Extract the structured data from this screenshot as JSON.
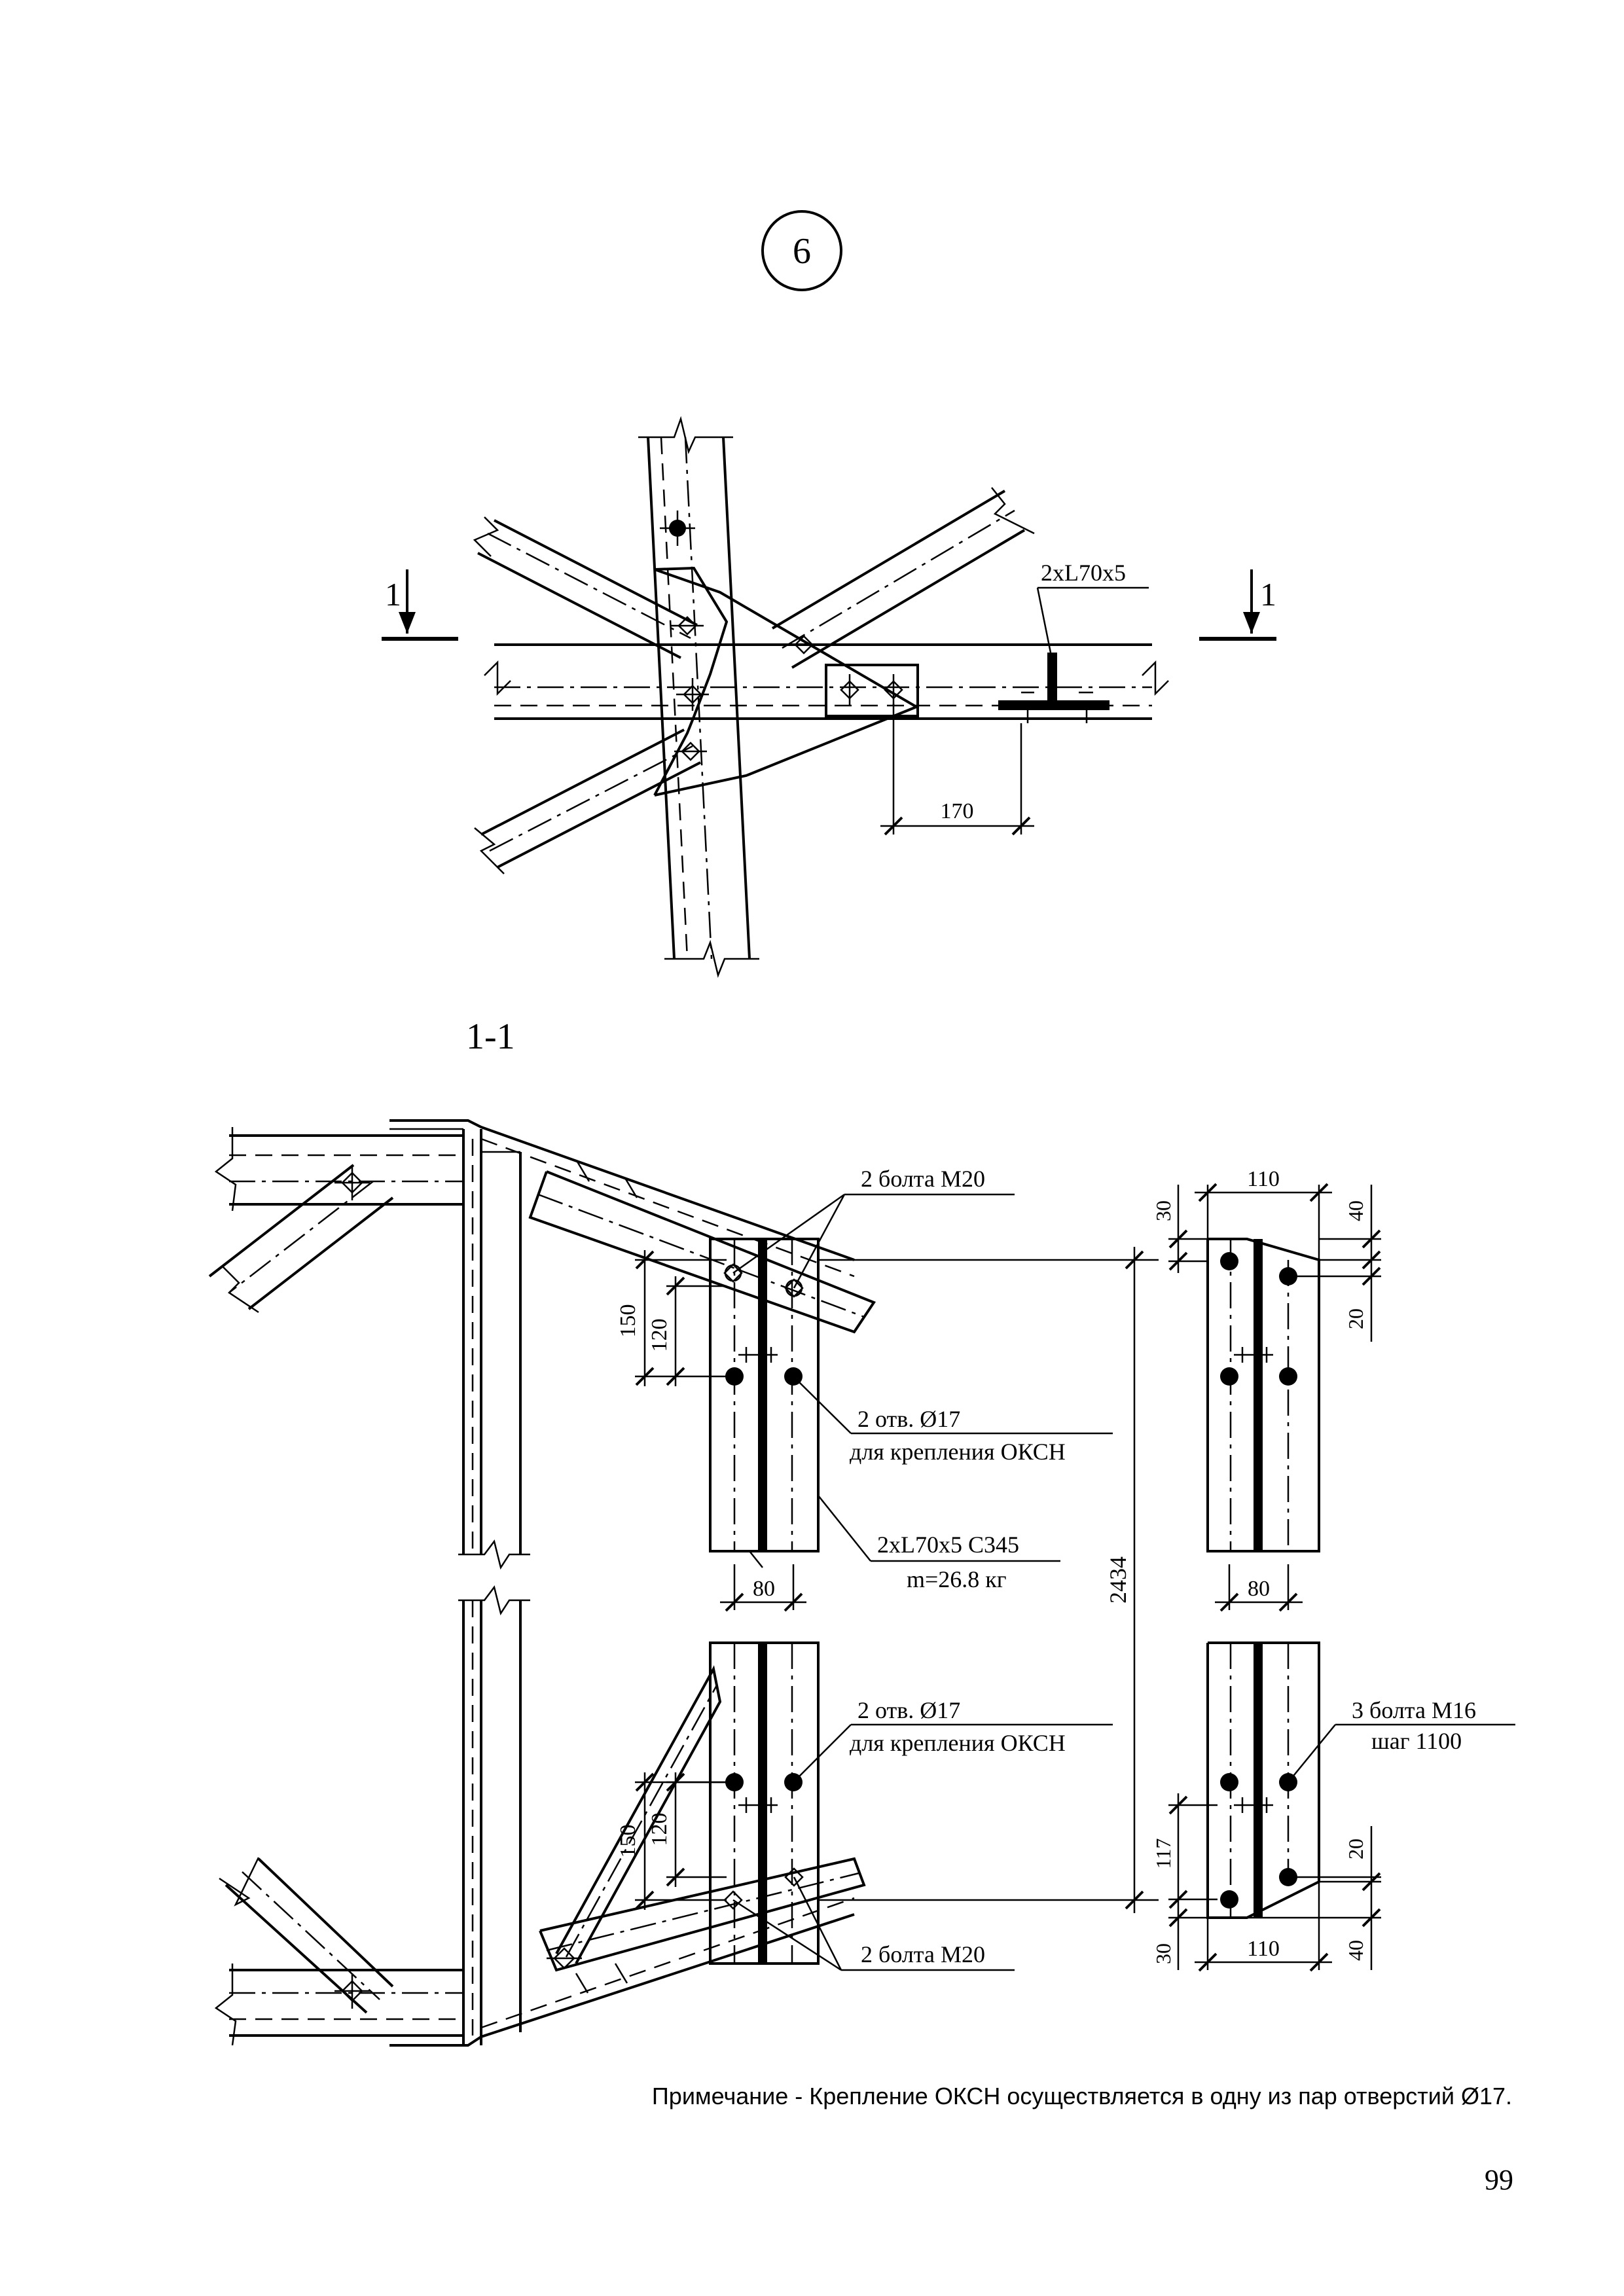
{
  "node_mark": "6",
  "section_mark_left": "1",
  "section_mark_right": "1",
  "section_title": "1-1",
  "top_view": {
    "profile_label": "2xL70x5",
    "dim_170": "170"
  },
  "section": {
    "bolts_m20_top": "2 болта М20",
    "bolts_m20_bottom": "2 болта М20",
    "holes_top_line1": "2 отв. Ø17",
    "holes_top_line2": "для крепления ОКСН",
    "holes_bottom_line1": "2 отв. Ø17",
    "holes_bottom_line2": "для крепления ОКСН",
    "member_line1": "2xL70x5 С345",
    "member_line2": "m=26.8 кг",
    "bolts_m16_line1": "3 болта М16",
    "bolts_m16_line2": "шаг 1100",
    "dims": {
      "d150_top": "150",
      "d120_top": "120",
      "d80_left": "80",
      "d150_bot": "150",
      "d120_bot": "120",
      "d2434": "2434",
      "d110_top": "110",
      "d30_top": "30",
      "d40_top": "40",
      "d20_top": "20",
      "d80_right": "80",
      "d117": "117",
      "d20_bot": "20",
      "d30_bot": "30",
      "d110_bot": "110",
      "d40_bot": "40"
    }
  },
  "note": "Примечание - Крепление ОКСН осуществляется в одну из пар отверстий  Ø17.",
  "page_number": "99"
}
